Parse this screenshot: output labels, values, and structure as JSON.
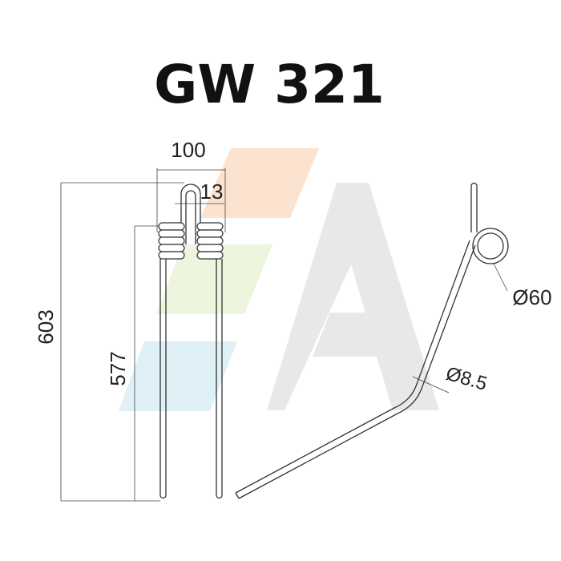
{
  "title": "GW 321",
  "dimensions": {
    "width_top": "100",
    "loop_width": "13",
    "total_height": "603",
    "tine_length": "577",
    "coil_diameter": "Ø60",
    "wire_diameter": "Ø8.5"
  },
  "watermark": {
    "icon": "letter-a-logo-icon",
    "colors": [
      "#fbe3cf",
      "#eef5df",
      "#dff1f6",
      "#e8e8e8"
    ]
  }
}
